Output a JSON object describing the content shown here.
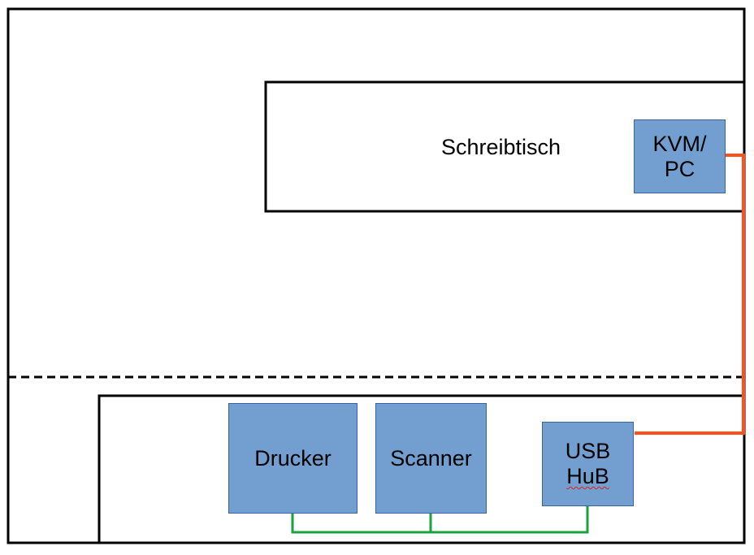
{
  "desk": {
    "label": "Schreibtisch"
  },
  "devices": {
    "kvm_pc": {
      "line1": "KVM/",
      "line2": "PC"
    },
    "drucker": {
      "label": "Drucker"
    },
    "scanner": {
      "label": "Scanner"
    },
    "usb_hub": {
      "line1": "USB",
      "line2": "HuB"
    }
  },
  "colors": {
    "device_fill": "#729fcf",
    "device_border": "#3465a4",
    "orange_cable": "#ff4f1a",
    "green_cable": "#1aa33a",
    "outline": "#000000"
  }
}
